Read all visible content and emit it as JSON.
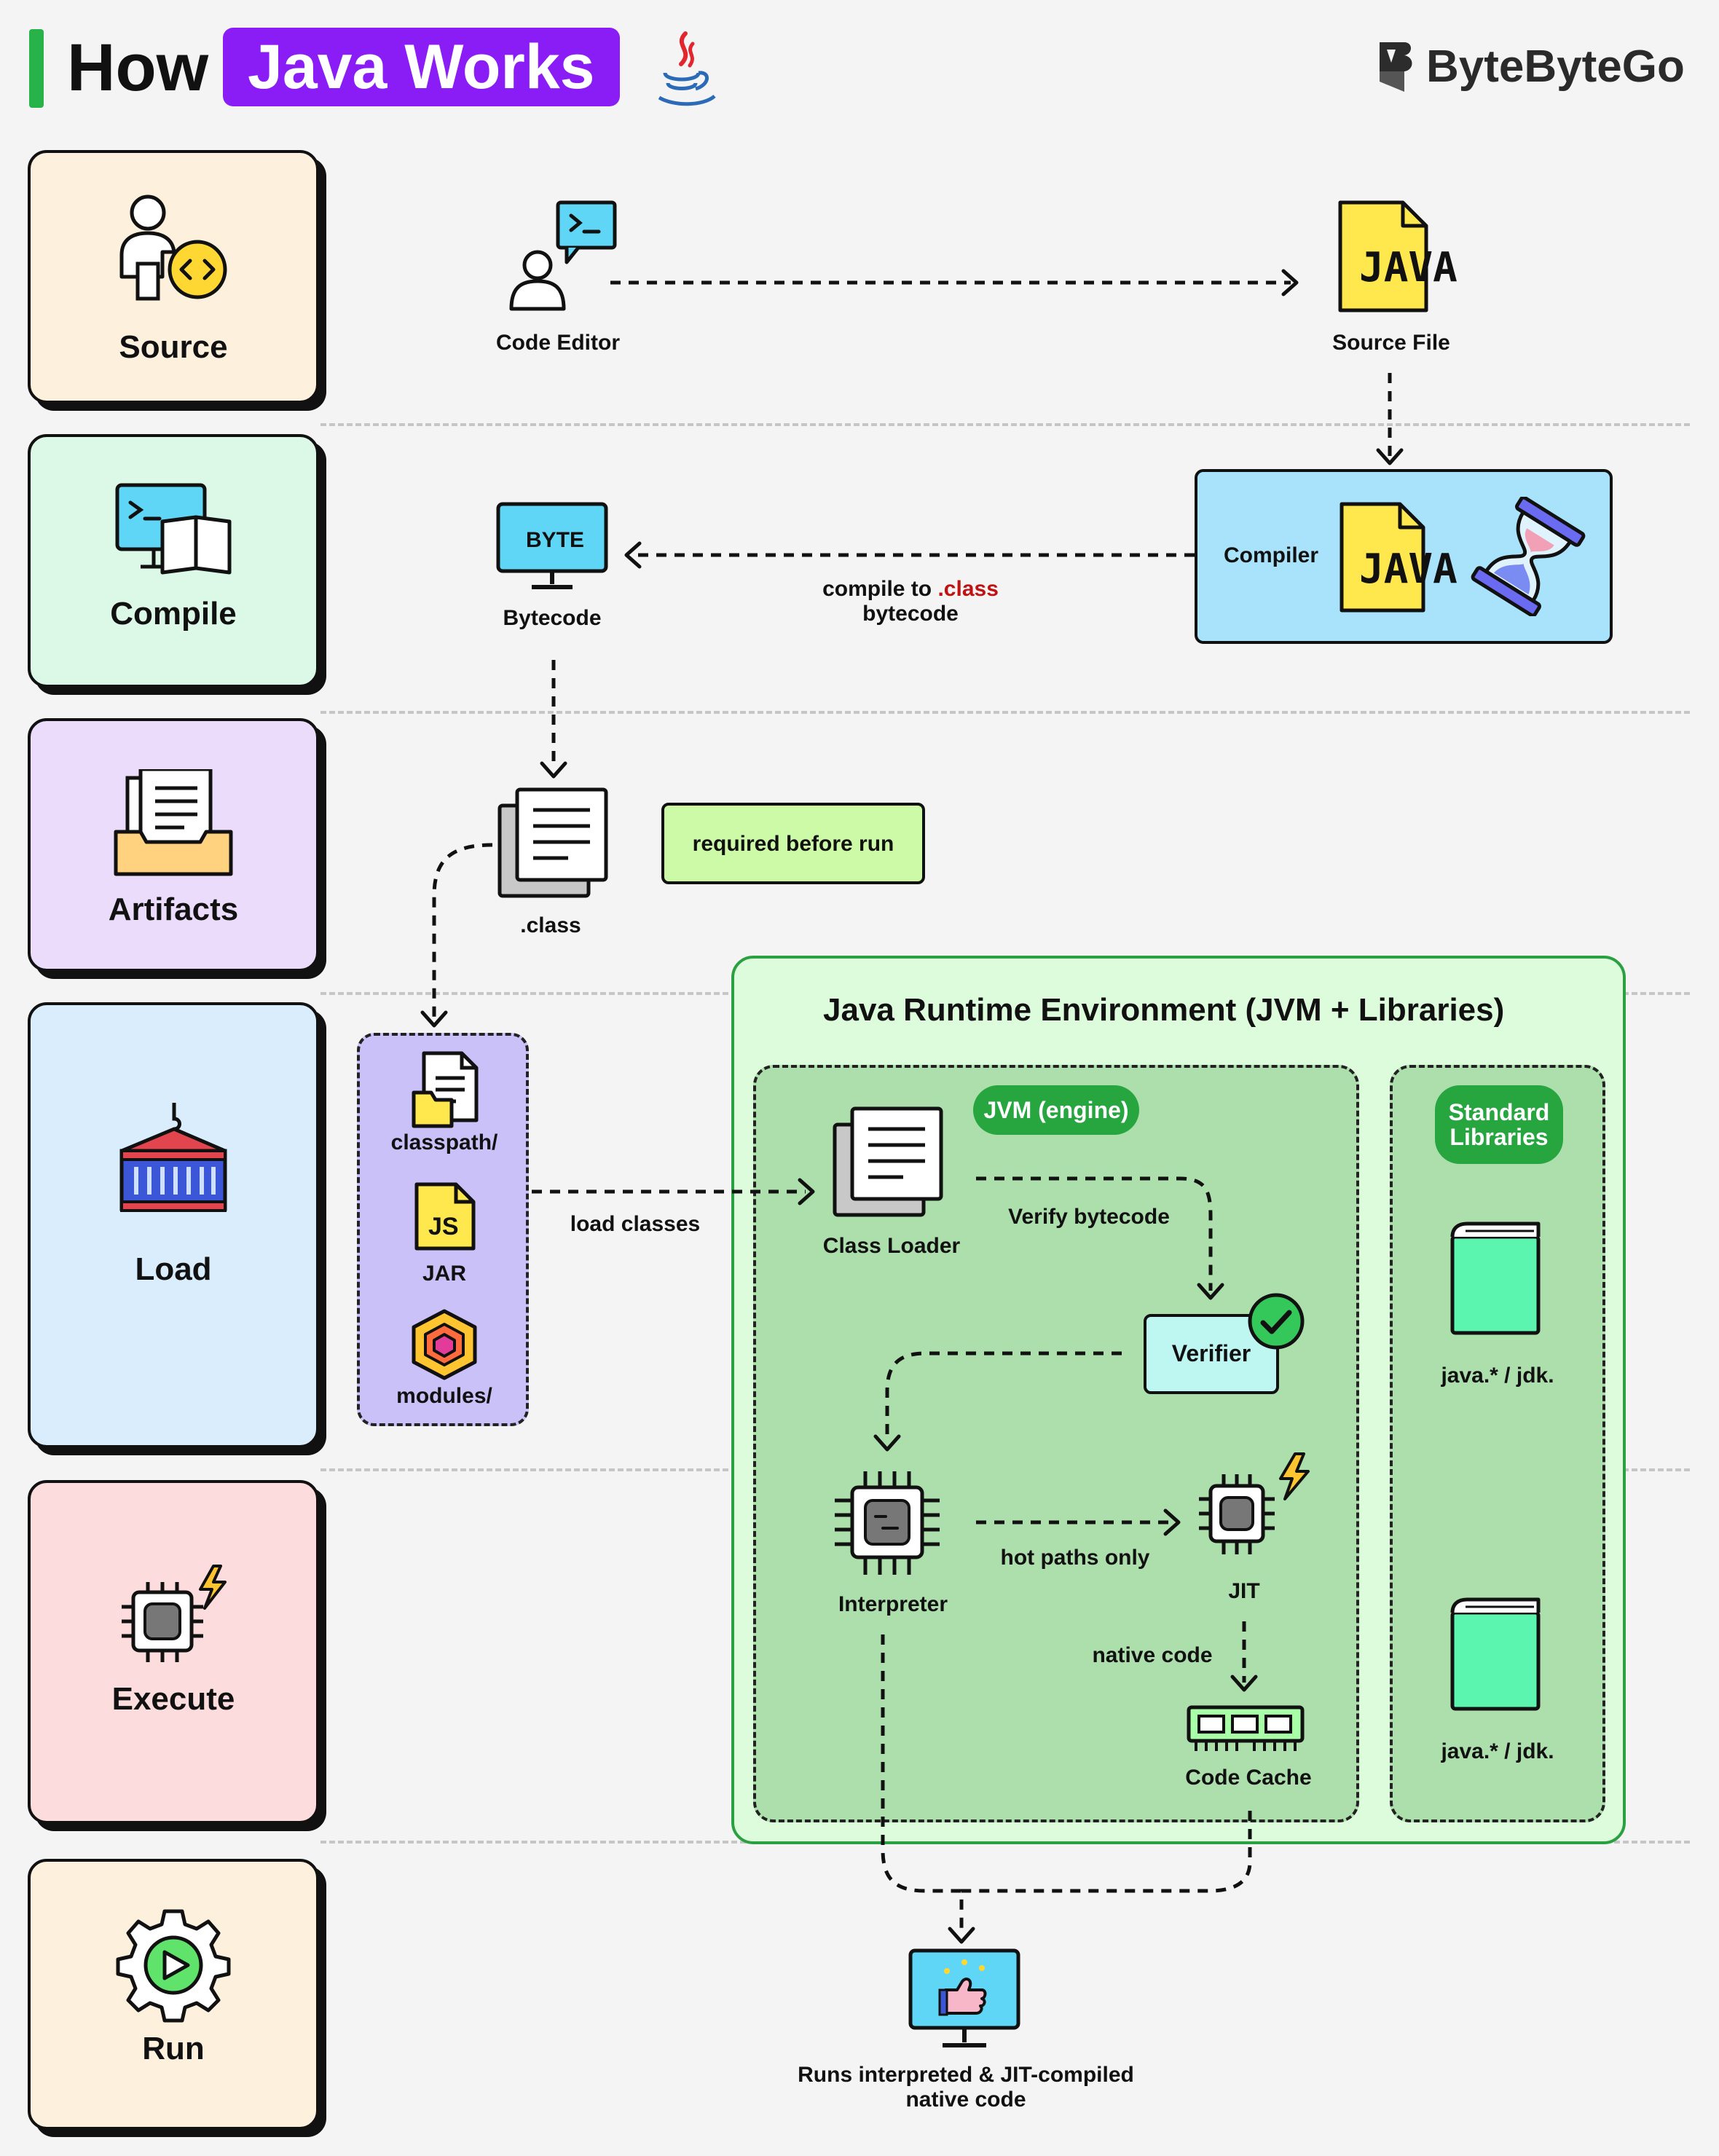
{
  "header": {
    "title_prefix": "How",
    "title_highlight": "Java Works",
    "brand": "ByteByteGo",
    "java_icon": "java-cup-icon",
    "accent_color": "#8a1cf6",
    "bar_color": "#27b24a"
  },
  "stages": [
    {
      "label": "Source",
      "color": "#fdf0dc",
      "icon": "developer-code-icon"
    },
    {
      "label": "Compile",
      "color": "#dcf8e6",
      "icon": "terminal-book-icon"
    },
    {
      "label": "Artifacts",
      "color": "#ecdcfc",
      "icon": "document-tray-icon"
    },
    {
      "label": "Load",
      "color": "#d9edfc",
      "icon": "crane-container-icon"
    },
    {
      "label": "Execute",
      "color": "#fcdcdc",
      "icon": "cpu-lightning-icon"
    },
    {
      "label": "Run",
      "color": "#fdf0dc",
      "icon": "gear-play-icon"
    }
  ],
  "nodes": {
    "code_editor": "Code Editor",
    "source_file": "Source File",
    "java_badge": "JAVA",
    "compiler": "Compiler",
    "byte_badge": "BYTE",
    "bytecode": "Bytecode",
    "class_file": ".class",
    "required_note": "required before run",
    "classpath": "classpath/",
    "js_badge": "JS",
    "jar": "JAR",
    "modules": "modules/",
    "class_loader": "Class Loader",
    "verifier": "Verifier",
    "interpreter": "Interpreter",
    "jit": "JIT",
    "code_cache": "Code Cache",
    "stdlib_1": "java.* / jdk.",
    "stdlib_2": "java.* / jdk.",
    "run_result_line1": "Runs interpreted & JIT-compiled",
    "run_result_line2": "native code"
  },
  "edges": {
    "compile_line1_prefix": "compile to ",
    "compile_line1_highlight": ".class",
    "compile_line2": "bytecode",
    "load_classes": "load classes",
    "verify_bytecode": "Verify bytecode",
    "hot_paths": "hot paths only",
    "native_code": "native code"
  },
  "jre": {
    "title": "Java Runtime Environment (JVM + Libraries)",
    "jvm_pill": "JVM (engine)",
    "stdlib_pill_line1": "Standard",
    "stdlib_pill_line2": "Libraries"
  }
}
